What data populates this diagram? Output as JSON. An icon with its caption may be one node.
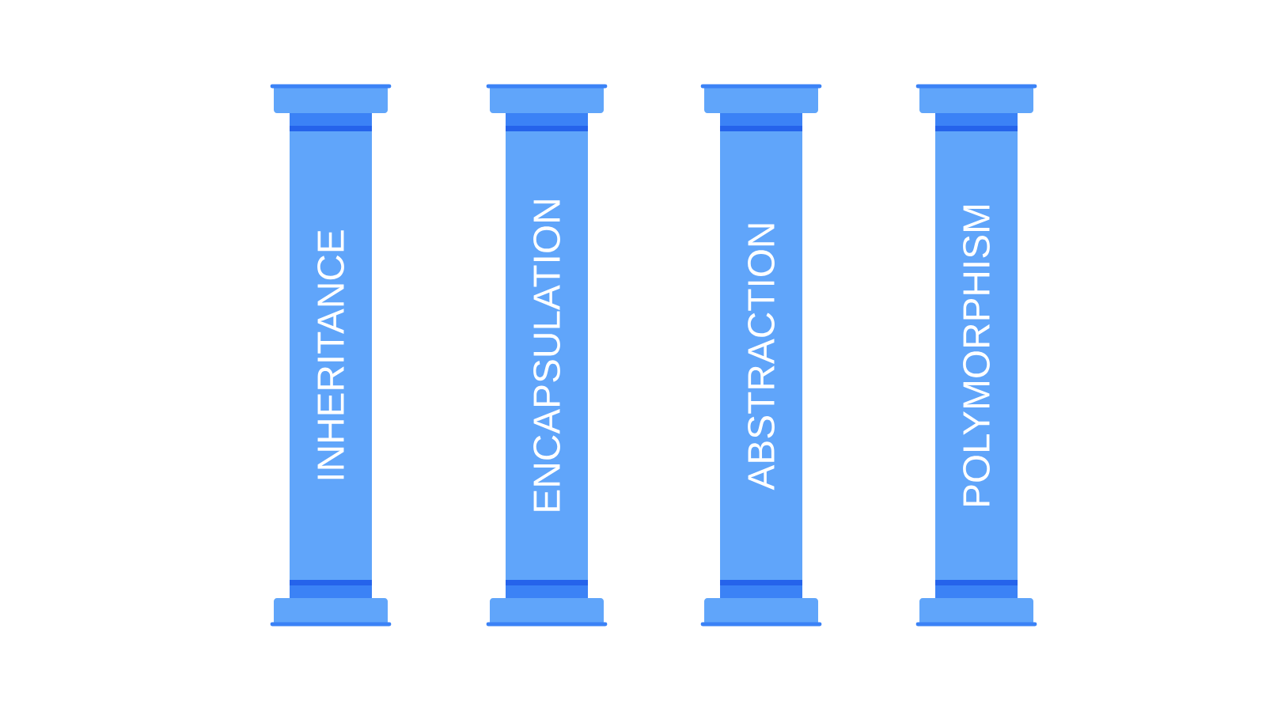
{
  "diagram": {
    "nodes": [
      {
        "text": [
          "INHERITANCE"
        ]
      },
      {
        "text": [
          "ENCAPSULATION"
        ]
      },
      {
        "text": [
          "ABSTRACTION"
        ]
      },
      {
        "text": [
          "POLYMORPHISM"
        ]
      }
    ]
  }
}
